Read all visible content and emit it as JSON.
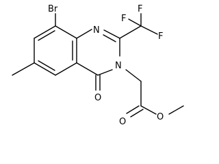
{
  "molecule": {
    "atoms": {
      "br": "Br",
      "n1": "N",
      "n3": "N",
      "f_top": "F",
      "f_right": "F",
      "f_left": "F",
      "o_carbonyl": "O",
      "o_ester_carbonyl": "O",
      "o_ester": "O"
    },
    "colors": {
      "ink": "#000000",
      "background": "#ffffff"
    }
  }
}
